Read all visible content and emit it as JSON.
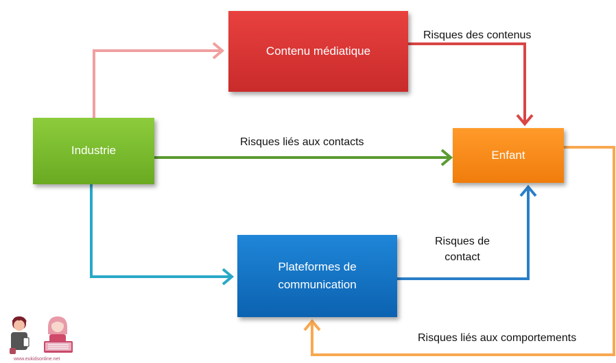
{
  "nodes": {
    "contenu": "Contenu médiatique",
    "industrie": "Industrie",
    "enfant": "Enfant",
    "plateformes_line1": "Plateformes de",
    "plateformes_line2": "communication"
  },
  "edge_labels": {
    "risques_contenus": "Risques des contenus",
    "risques_contacts": "Risques liés aux contacts",
    "risques_contact_line1": "Risques de",
    "risques_contact_line2": "contact",
    "risques_comportements": "Risques liés aux comportements"
  },
  "logo": {
    "url_text": "www.eukidsonline.net"
  },
  "colors": {
    "contenu": "#d93535",
    "industrie": "#7abb2e",
    "enfant": "#f78a1a",
    "plateformes": "#1673c4",
    "arrow_pink": "#f0a0a0",
    "arrow_red": "#d94545",
    "arrow_green": "#5a9a32",
    "arrow_teal": "#2aa8c8",
    "arrow_blue": "#2a7ec8",
    "arrow_orange": "#f8a850"
  }
}
